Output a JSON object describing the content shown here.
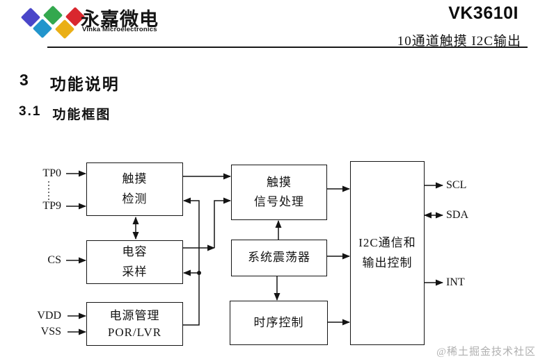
{
  "header": {
    "logo": {
      "brand": "永嘉微电",
      "sub": "Vinka Microelectronics"
    },
    "part_number": "VK3610I",
    "subtitle": "10通道触摸  I2C输出"
  },
  "headings": {
    "section_no": "3",
    "section_title": "功能说明",
    "subsection_no": "3.1",
    "subsection_title": "功能框图"
  },
  "diagram": {
    "blocks": {
      "touch_detect": {
        "line1": "触摸",
        "line2": "检测"
      },
      "cap_sample": {
        "line1": "电容",
        "line2": "采样"
      },
      "power": {
        "line1": "电源管理",
        "line2": "POR/LVR"
      },
      "signal": {
        "line1": "触摸",
        "line2": "信号处理"
      },
      "osc": {
        "line1": "系统震荡器"
      },
      "timing": {
        "line1": "时序控制"
      },
      "i2c": {
        "line1": "I2C通信和",
        "line2": "输出控制"
      }
    },
    "pins": {
      "tp0": "TP0",
      "tp9": "TP9",
      "cs": "CS",
      "vdd": "VDD",
      "vss": "VSS",
      "scl": "SCL",
      "sda": "SDA",
      "int": "INT"
    }
  },
  "watermark": "@稀土掘金技术社区",
  "colors": {
    "diamond_blue": "#4a46c9",
    "diamond_green": "#33a84e",
    "diamond_red": "#d9272e",
    "diamond_cyan": "#2295cc",
    "diamond_yellow": "#eaaf15",
    "watermark": "#b0b0b0"
  }
}
